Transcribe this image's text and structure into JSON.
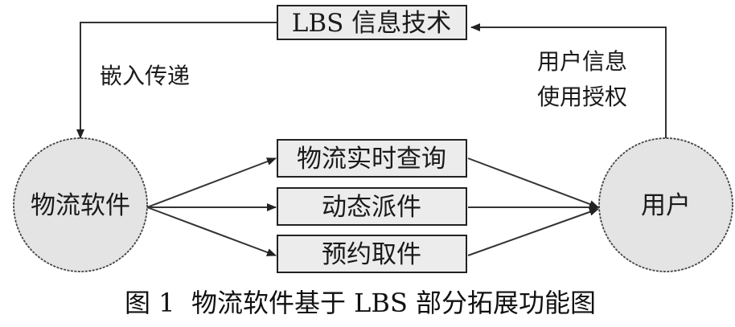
{
  "nodes": {
    "lbs": "LBS 信息技术",
    "software": "物流软件",
    "user": "用户",
    "query": "物流实时查询",
    "dispatch": "动态派件",
    "booking": "预约取件"
  },
  "edge_labels": {
    "embed": "嵌入传递",
    "auth_line1": "用户信息",
    "auth_line2": "使用授权"
  },
  "caption": {
    "number": "图 1",
    "title": "物流软件基于 LBS 部分拓展功能图"
  }
}
